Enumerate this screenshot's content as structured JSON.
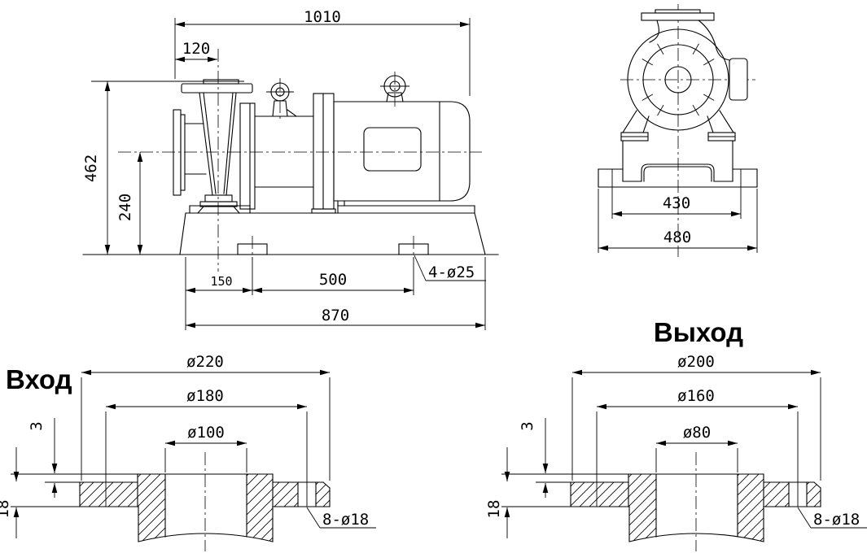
{
  "colors": {
    "background": "#ffffff",
    "line": "#000000"
  },
  "views": {
    "side_elevation": {
      "dimensions": {
        "overall_length": "1010",
        "inlet_flange_to_vertical_axis": "120",
        "overall_height": "462",
        "shaft_axis_height": "240",
        "first_anchor_offset": "150",
        "anchor_bolt_spacing": "500",
        "baseplate_length": "870",
        "anchor_bolt_holes": "4-ø25"
      }
    },
    "end_view": {
      "dimensions": {
        "anchor_hole_spacing": "430",
        "baseplate_width": "480"
      }
    },
    "inlet_flange": {
      "label": "Вход",
      "dimensions": {
        "outer_diameter": "ø220",
        "bolt_circle_diameter": "ø180",
        "bore_diameter": "ø100",
        "raised_face_height": "3",
        "flange_thickness": "18",
        "bolt_holes": "8-ø18"
      }
    },
    "outlet_flange": {
      "label": "Выход",
      "dimensions": {
        "outer_diameter": "ø200",
        "bolt_circle_diameter": "ø160",
        "bore_diameter": "ø80",
        "raised_face_height": "3",
        "flange_thickness": "18",
        "bolt_holes": "8-ø18"
      }
    }
  }
}
